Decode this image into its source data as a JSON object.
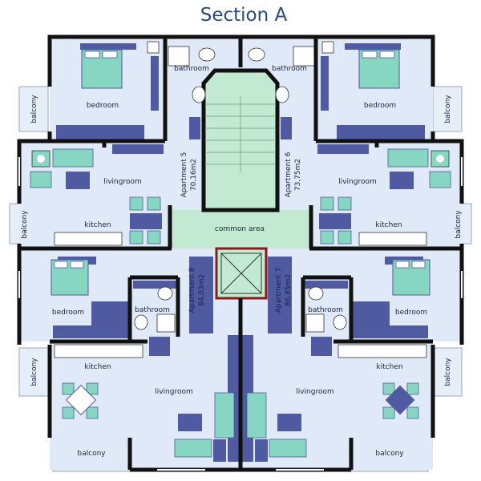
{
  "title": "Section A",
  "colors": {
    "wall": "#111111",
    "floor": "#dfe9f7",
    "balcony": "#e6eef8",
    "common": "#c2ead2",
    "furniture_dark": "#4f5aa0",
    "furniture_mint": "#86d6c2",
    "accent_red": "#8b1a1a"
  },
  "labels": {
    "bathroom_tl": "bathroom",
    "bathroom_tr": "bathroom",
    "bedroom_tl": "bedroom",
    "bedroom_tr": "bedroom",
    "balcony_l1": "balcony",
    "balcony_r1": "balcony",
    "livingroom_tl": "livingroom",
    "livingroom_tr": "livingroom",
    "balcony_l2": "balcony",
    "balcony_r2": "balcony",
    "kitchen_tl": "kitchen",
    "kitchen_tr": "kitchen",
    "common_area": "common area",
    "bedroom_bl": "bedroom",
    "bedroom_br": "bedroom",
    "bathroom_bl": "bathroom",
    "bathroom_br": "bathroom",
    "kitchen_bl": "kitchen",
    "kitchen_br": "kitchen",
    "balcony_l3": "balcony",
    "balcony_r3": "balcony",
    "livingroom_bl": "livingroom",
    "livingroom_br": "livingroom",
    "balcony_bl": "balcony",
    "balcony_br": "balcony"
  },
  "apartments": [
    {
      "name": "Apartment 5",
      "area": "70,16m2"
    },
    {
      "name": "Apartment 6",
      "area": "73,75m2"
    },
    {
      "name": "Apartment 8",
      "area": "84,03m2"
    },
    {
      "name": "Apartment 7",
      "area": "86,85m2"
    }
  ]
}
